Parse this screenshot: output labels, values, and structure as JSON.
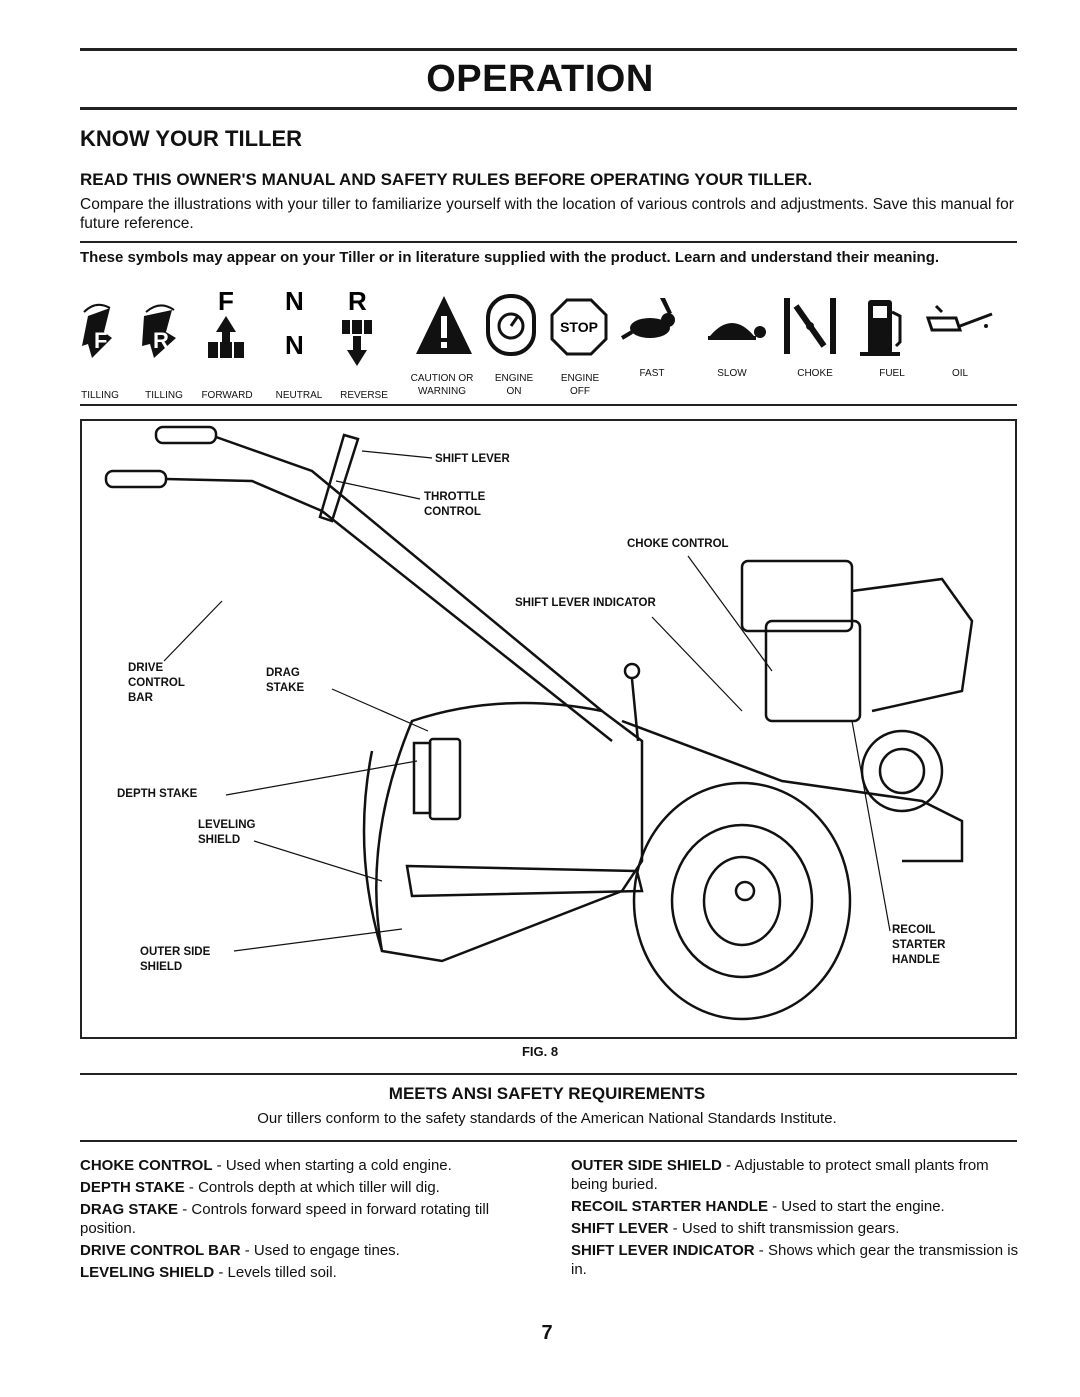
{
  "header": {
    "title": "OPERATION"
  },
  "section": {
    "title": "KNOW YOUR TILLER",
    "warning": "READ THIS OWNER'S MANUAL AND SAFETY RULES BEFORE OPERATING YOUR TILLER.",
    "intro": "Compare the illustrations with your tiller to familiarize yourself with the location of various controls and adjustments. Save this manual for future reference.",
    "symbols_intro": "These symbols  may appear on your Tiller or in literature supplied with the product.  Learn and understand their meaning."
  },
  "symbols": [
    {
      "label": "TILLING",
      "icon": "forward-tilling-icon"
    },
    {
      "label": "TILLING",
      "icon": "reverse-tilling-icon"
    },
    {
      "label": "FORWARD",
      "icon": "forward-arrow-icon"
    },
    {
      "label": "NEUTRAL",
      "icon": "neutral-icon"
    },
    {
      "label": "REVERSE",
      "icon": "reverse-arrow-icon"
    },
    {
      "label": "CAUTION OR WARNING",
      "icon": "caution-icon"
    },
    {
      "label": "ENGINE ON",
      "icon": "engine-on-icon"
    },
    {
      "label": "ENGINE OFF",
      "icon": "stop-icon"
    },
    {
      "label": "FAST",
      "icon": "rabbit-icon"
    },
    {
      "label": "SLOW",
      "icon": "turtle-icon"
    },
    {
      "label": "CHOKE",
      "icon": "choke-icon"
    },
    {
      "label": "FUEL",
      "icon": "fuel-pump-icon"
    },
    {
      "label": "OIL",
      "icon": "oil-can-icon"
    }
  ],
  "symbol_glyphs": {
    "f": "F",
    "n": "N",
    "r": "R",
    "stop": "STOP"
  },
  "figure": {
    "caption": "FIG. 8",
    "labels": {
      "shift_lever": "SHIFT LEVER",
      "throttle": "THROTTLE CONTROL",
      "choke_control": "CHOKE CONTROL",
      "shift_indicator": "SHIFT LEVER INDICATOR",
      "drive_bar": "DRIVE CONTROL BAR",
      "drag_stake": "DRAG STAKE",
      "depth_stake": "DEPTH STAKE",
      "leveling_shield": "LEVELING SHIELD",
      "outer_side_shield": "OUTER SIDE SHIELD",
      "recoil": "RECOIL STARTER HANDLE"
    }
  },
  "ansi": {
    "title": "MEETS ANSI SAFETY REQUIREMENTS",
    "text": "Our tillers conform to the safety standards of the American National Standards Institute."
  },
  "definitions_left": [
    {
      "term": "CHOKE CONTROL",
      "sep": " - ",
      "desc": "Used  when starting a cold engine."
    },
    {
      "term": "DEPTH STAKE",
      "sep": " - ",
      "desc": "Controls depth at which tiller will dig."
    },
    {
      "term": "DRAG STAKE",
      "sep": " - ",
      "desc": "Controls forward speed in forward rotating till position."
    },
    {
      "term": "DRIVE CONTROL BAR",
      "sep": " - ",
      "desc": "Used to engage tines."
    },
    {
      "term": "LEVELING SHIELD",
      "sep": " - ",
      "desc": "Levels tilled soil."
    }
  ],
  "definitions_right": [
    {
      "term": "OUTER SIDE SHIELD",
      "sep": " - ",
      "desc": "Adjustable to protect small plants from being buried."
    },
    {
      "term": "RECOIL STARTER HANDLE",
      "sep": " - ",
      "desc": "Used to start the engine."
    },
    {
      "term": "SHIFT LEVER",
      "sep": " - ",
      "desc": "Used to shift transmission gears."
    },
    {
      "term": "SHIFT LEVER INDICATOR",
      "sep": " - ",
      "desc": "Shows which gear the transmission is in."
    }
  ],
  "page_number": "7"
}
